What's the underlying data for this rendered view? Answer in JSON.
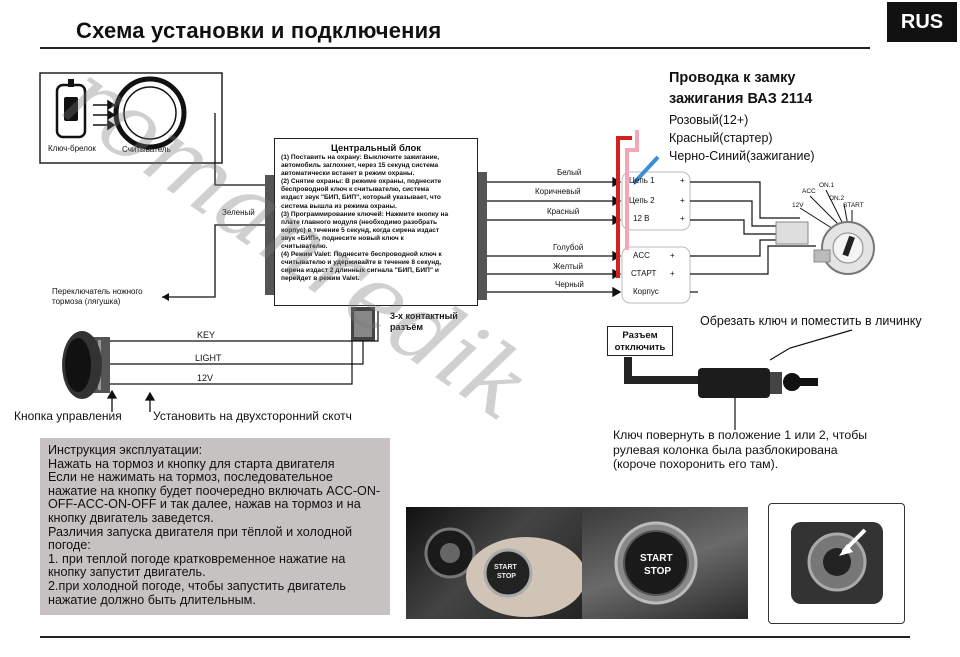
{
  "title": "Схема установки и подключения",
  "lang_badge": "RUS",
  "watermark": "romanredik",
  "left_panel": {
    "fob_label": "Ключ-брелок",
    "reader_label": "Считыватель",
    "green_wire": "Зеленый",
    "brake_label": "Переключатель ножного\nтормоза (лягушка)",
    "brake_plus": "+"
  },
  "central_block": {
    "title": "Центральный блок",
    "text": [
      "(1) Поставить на охрану: Выключите зажигание,",
      "автомобиль заглохнет, через 15 секунд система",
      "автоматически встанет в режим охраны.",
      "(2) Снятие охраны: В режиме охраны, поднесите",
      "беспроводной ключ к считывателю, система",
      "издаст звук \"БИП, БИП\", который указывает, что",
      "система вышла из режима охраны.",
      "(3) Программирование ключей: Нажмите кнопку на",
      "плате главного модуля (необходимо разобрать",
      "корпус) в течение 5 секунд, когда сирена издаст",
      "звук «БИП», поднесите новый ключ к",
      "считывателю.",
      "(4) Режим Valet: Поднесите беспроводной ключ к",
      "считывателю и удерживайте в течение 8 секунд,",
      "сирена издаст 2 длинных сигнала \"БИП, БИП\" и",
      "перейдет в режим Valet."
    ],
    "connector_label": "3-х контактный\nразъём"
  },
  "wires": {
    "white": "Белый",
    "brown": "Коричневый",
    "red": "Красный",
    "blue": "Голубой",
    "yellow": "Желтый",
    "black": "Черный"
  },
  "terminals": {
    "t1": "Цепь 1",
    "t2": "Цепь 2",
    "t3": "12 В",
    "acc": "ACC",
    "start": "СТАРТ",
    "body": "Корпус",
    "plus": "+"
  },
  "ignition_switch": {
    "acc": "ACC",
    "on1": "ON.1",
    "on2": "ON.2",
    "v12": "12V",
    "start": "START"
  },
  "button": {
    "key": "KEY",
    "light": "LIGHT",
    "v12": "12V",
    "label": "Кнопка управления",
    "tape": "Установить на двухсторонний скотч"
  },
  "instructions": "Инструкция эксплуатации:\nНажать на тормоз и кнопку для старта двигателя\nЕсли не нажимать на тормоз, последовательное\nнажатие на кнопку будет поочередно включать ACC-ON-\nOFF-ACC-ON-OFF и так далее, нажав на тормоз и на\nкнопку двигатель заведется.\nРазличия запуска двигателя при тёплой и холодной\nпогоде:\n1. при теплой погоде кратковременное нажатие на\nкнопку запустит двигатель.\n2.при холодной погоде, чтобы запустить двигатель\nнажатие должно быть длительным.",
  "ignition_wiring": {
    "title_line1": "Проводка к замку",
    "title_line2": "зажигания ВАЗ 2114",
    "pink": "Розовый(12+)",
    "red": "Красный(стартер)",
    "blackblue": "Черно-Синий(зажигание)"
  },
  "disconnect": {
    "connector": "Разъем\nотключить",
    "cut_key": "Обрезать ключ и поместить в личинку",
    "callout": "Ключ повернуть в положение 1 или 2, чтобы\nрулевая колонка была разблокирована\n(короче похоронить его там)."
  },
  "photo_button": {
    "line1": "START",
    "line2": "STOP"
  },
  "colors": {
    "pink": "#f4a7b9",
    "red": "#d42020",
    "blue": "#3a8fd8",
    "gray_box": "#c7c2c2"
  }
}
